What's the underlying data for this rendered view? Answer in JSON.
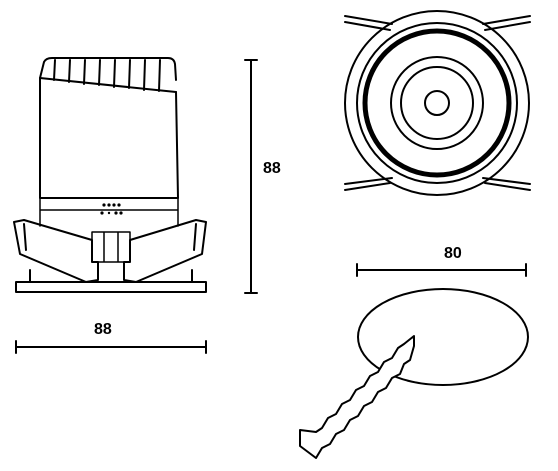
{
  "dimensions": {
    "height": "88",
    "width": "88",
    "cutout": "80"
  },
  "colors": {
    "line": "#000000",
    "background": "#ffffff"
  },
  "views": [
    "side-view",
    "front-view",
    "cutout-hole",
    "saw-blade"
  ]
}
